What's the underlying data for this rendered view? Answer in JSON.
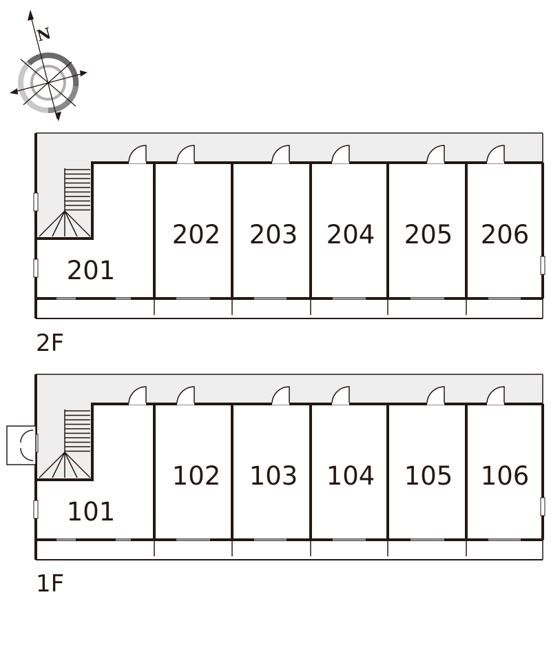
{
  "compass": {
    "north_label": "N",
    "icon": "compass-rose-icon"
  },
  "floors": [
    {
      "id": "2F",
      "label": "2F",
      "units": [
        "201",
        "202",
        "203",
        "204",
        "205",
        "206"
      ]
    },
    {
      "id": "1F",
      "label": "1F",
      "units": [
        "101",
        "102",
        "103",
        "104",
        "105",
        "106"
      ]
    }
  ],
  "colors": {
    "line": "#231815",
    "corridor": "#eeeeee",
    "compass_dark": "#666666",
    "compass_light": "#c8c8c8"
  }
}
